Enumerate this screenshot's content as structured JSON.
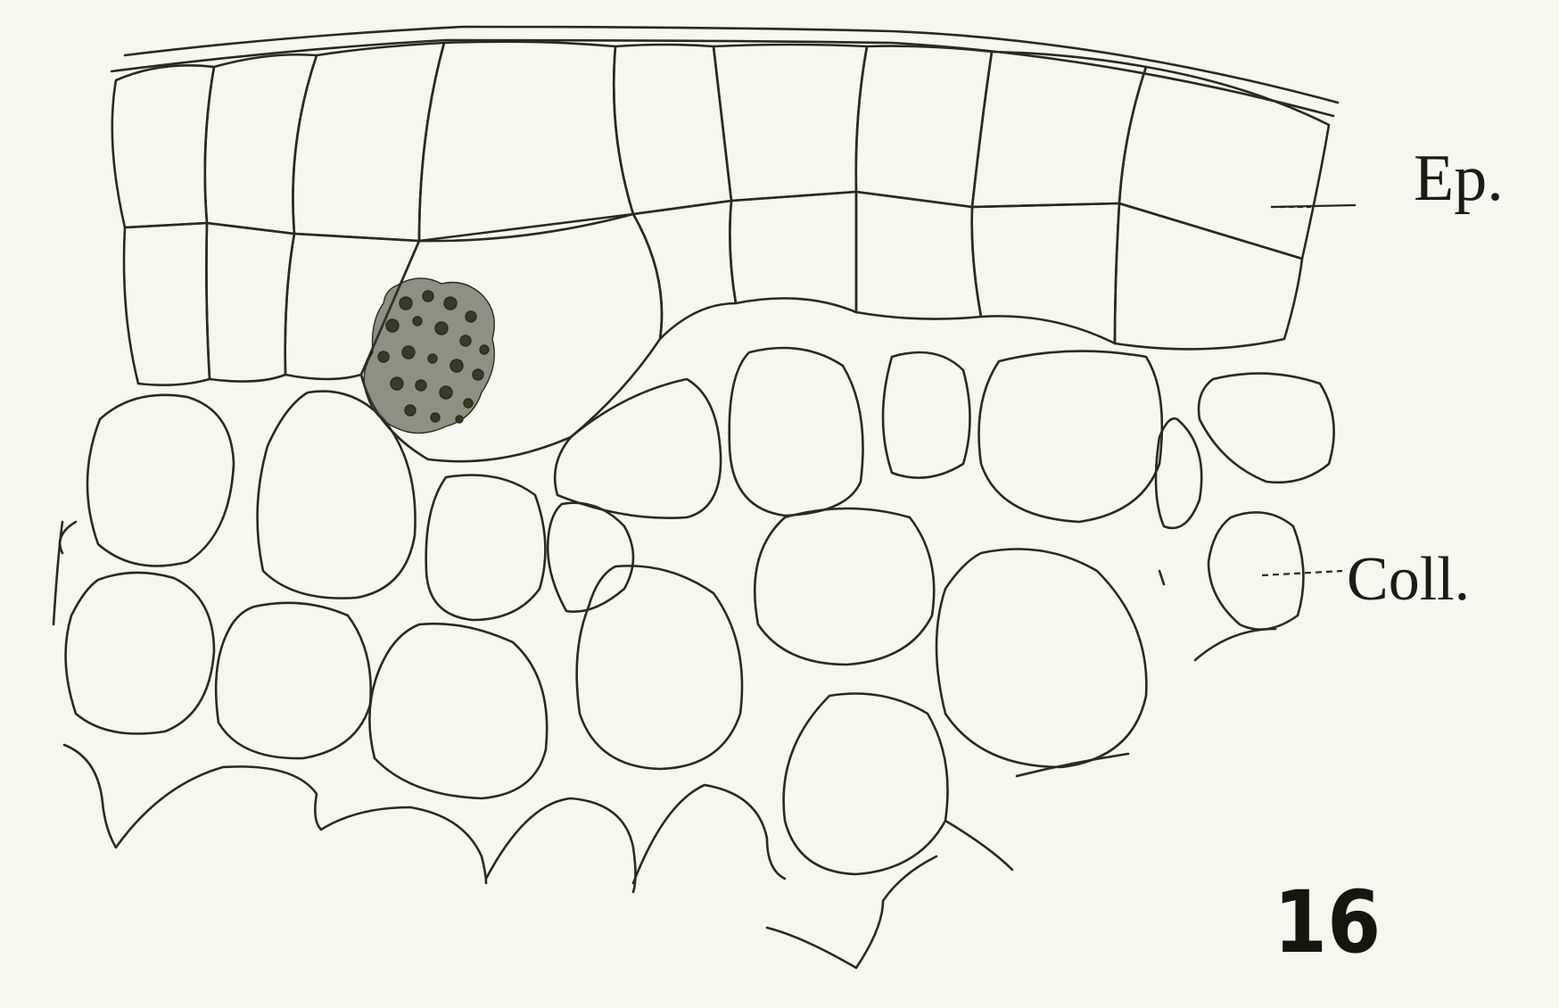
{
  "figure": {
    "number": "16",
    "labels": {
      "epidermis": "Ep.",
      "collenchyma": "Coll."
    }
  },
  "colors": {
    "background": "#f7f7f0",
    "ink": "#2a2a1e",
    "crystal": "#3a3a2a"
  }
}
